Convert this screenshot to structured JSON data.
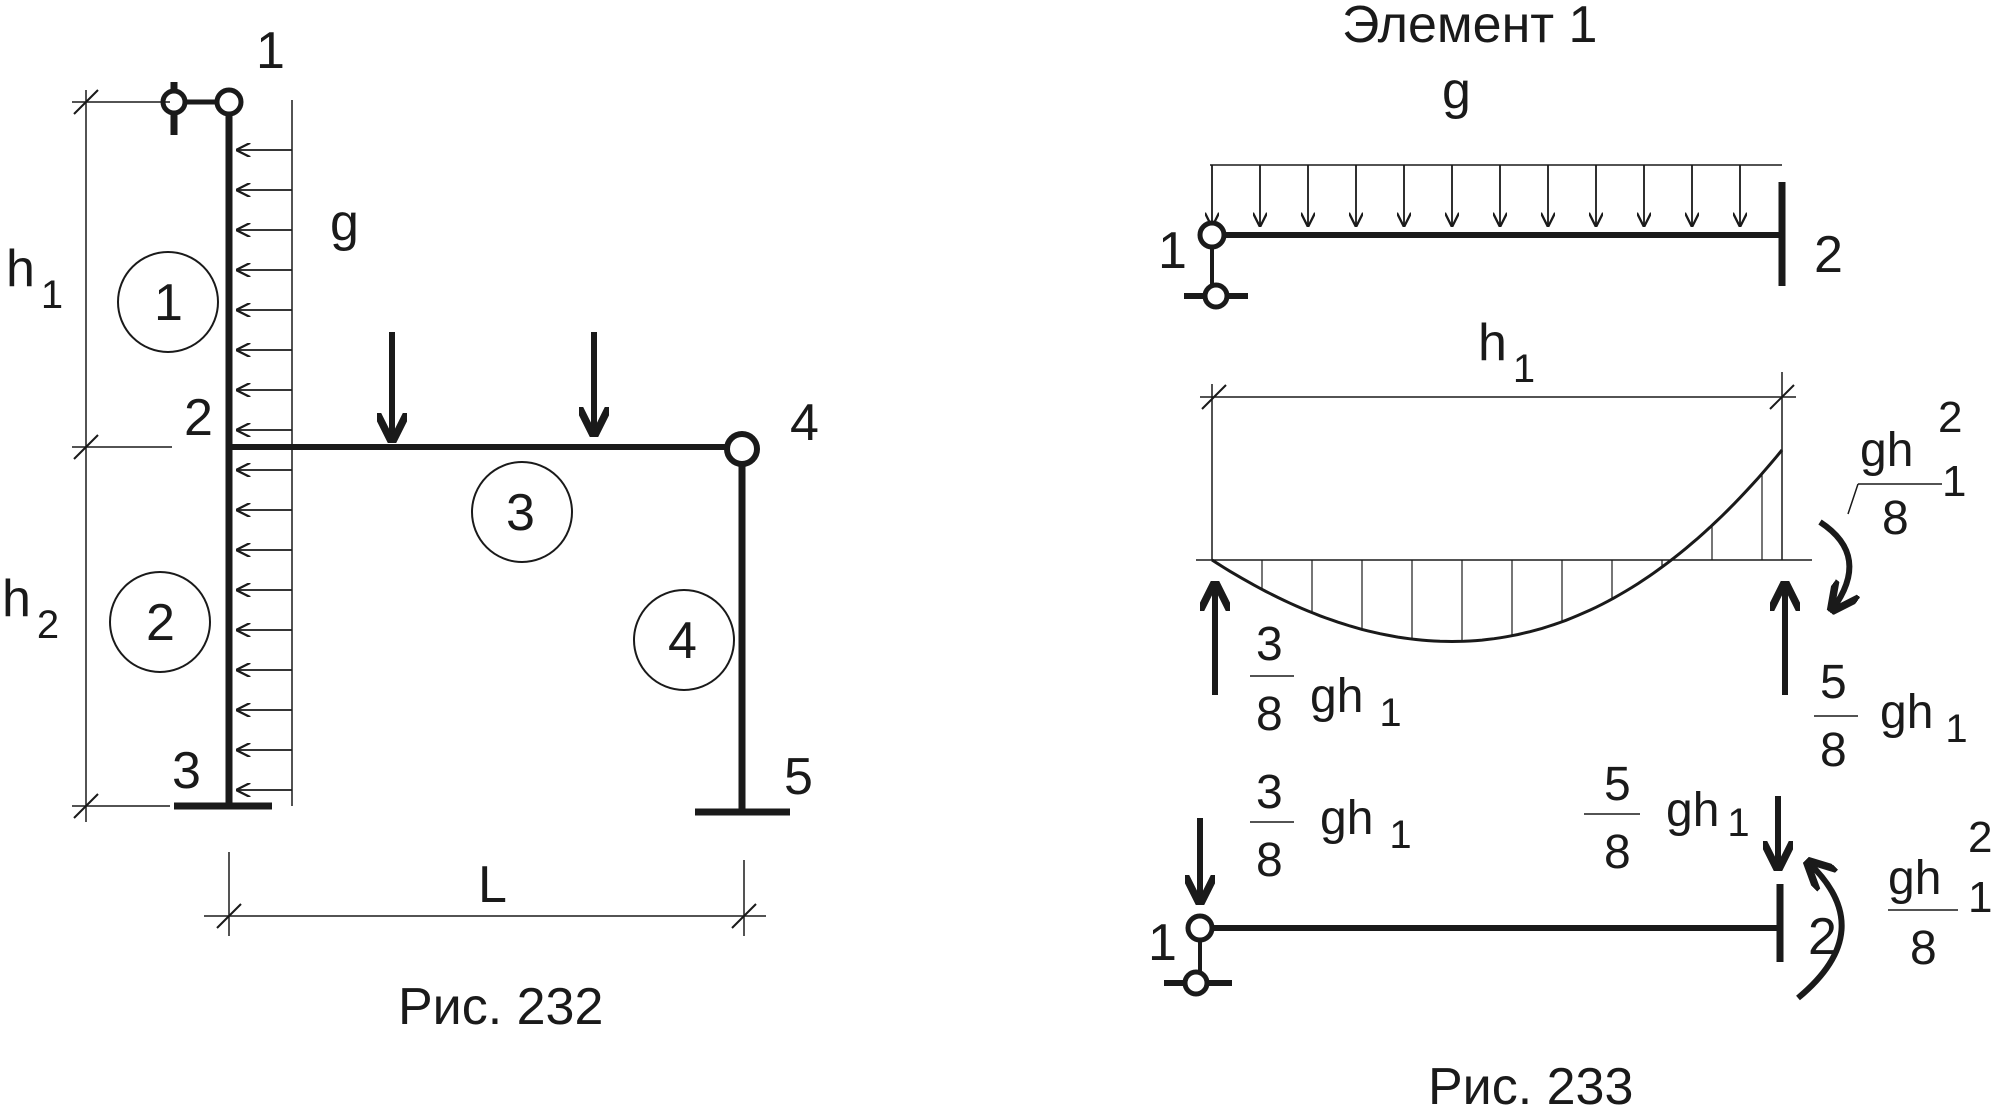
{
  "fig232": {
    "caption": "Рис. 232",
    "node_labels": {
      "n1": "1",
      "n2": "2",
      "n3": "3",
      "n4": "4",
      "n5": "5"
    },
    "element_labels": {
      "e1": "1",
      "e2": "2",
      "e3": "3",
      "e4": "4"
    },
    "load_label": "g",
    "dims": {
      "h1_main": "h",
      "h1_sub": "1",
      "h2_main": "h",
      "h2_sub": "2",
      "L": "L"
    }
  },
  "fig233": {
    "title": "Элемент 1",
    "caption": "Рис. 233",
    "load_label": "g",
    "beam_node_left": "1",
    "beam_node_right": "2",
    "span_main": "h",
    "span_sub": "1",
    "moment_num": "gh",
    "moment_sup": "2",
    "moment_sub": "1",
    "moment_den": "8",
    "reaction_left": {
      "num": "3",
      "den": "8",
      "main": "gh",
      "sub": "1"
    },
    "reaction_right": {
      "num": "5",
      "den": "8",
      "main": "gh",
      "sub": "1"
    },
    "force_left": {
      "num": "3",
      "den": "8",
      "main": "gh",
      "sub": "1"
    },
    "force_right": {
      "num": "5",
      "den": "8",
      "main": "gh",
      "sub": "1"
    },
    "end_moment": {
      "num": "gh",
      "sup": "2",
      "sub": "1",
      "den": "8"
    },
    "bottom_node_left": "1",
    "bottom_node_right": "2"
  }
}
